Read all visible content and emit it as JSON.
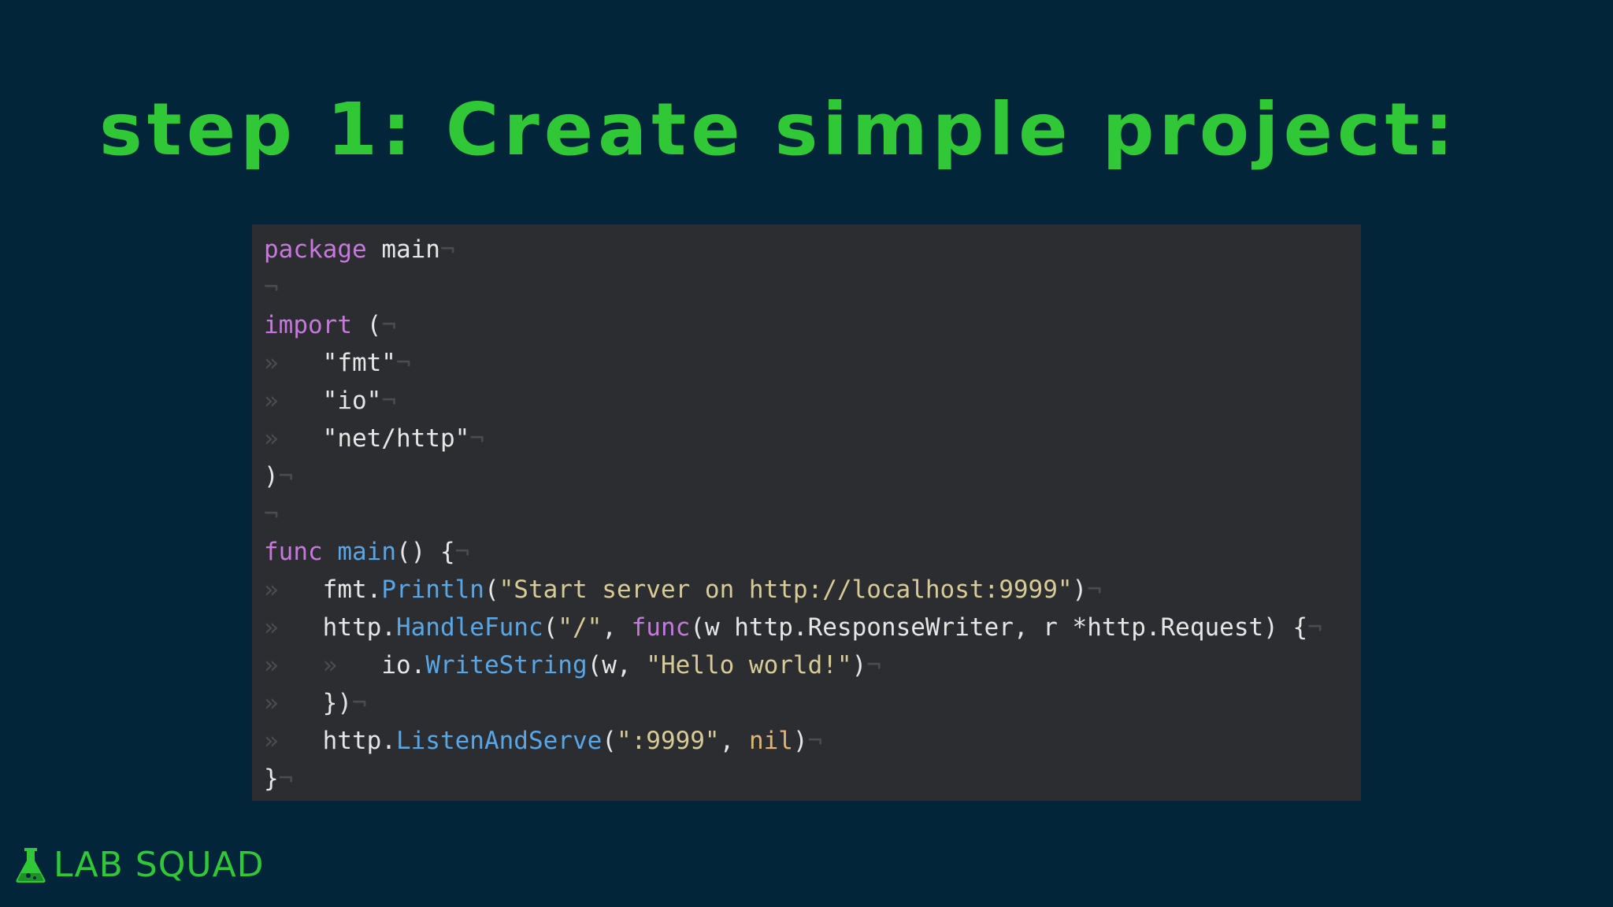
{
  "slide": {
    "title": "step 1: Create simple project:"
  },
  "code": {
    "lines": [
      [
        {
          "t": "package",
          "c": "kw"
        },
        {
          "t": " main",
          "c": "plain"
        },
        {
          "t": "¬",
          "c": "ws"
        }
      ],
      [
        {
          "t": "¬",
          "c": "ws"
        }
      ],
      [
        {
          "t": "import",
          "c": "kw"
        },
        {
          "t": " (",
          "c": "plain"
        },
        {
          "t": "¬",
          "c": "ws"
        }
      ],
      [
        {
          "t": "»   ",
          "c": "ws"
        },
        {
          "t": "\"fmt\"",
          "c": "plain"
        },
        {
          "t": "¬",
          "c": "ws"
        }
      ],
      [
        {
          "t": "»   ",
          "c": "ws"
        },
        {
          "t": "\"io\"",
          "c": "plain"
        },
        {
          "t": "¬",
          "c": "ws"
        }
      ],
      [
        {
          "t": "»   ",
          "c": "ws"
        },
        {
          "t": "\"net/http\"",
          "c": "plain"
        },
        {
          "t": "¬",
          "c": "ws"
        }
      ],
      [
        {
          "t": ")",
          "c": "plain"
        },
        {
          "t": "¬",
          "c": "ws"
        }
      ],
      [
        {
          "t": "¬",
          "c": "ws"
        }
      ],
      [
        {
          "t": "func",
          "c": "kw"
        },
        {
          "t": " ",
          "c": "plain"
        },
        {
          "t": "main",
          "c": "fn"
        },
        {
          "t": "() {",
          "c": "plain"
        },
        {
          "t": "¬",
          "c": "ws"
        }
      ],
      [
        {
          "t": "»   ",
          "c": "ws"
        },
        {
          "t": "fmt.",
          "c": "plain"
        },
        {
          "t": "Println",
          "c": "fn"
        },
        {
          "t": "(",
          "c": "plain"
        },
        {
          "t": "\"Start server on http://localhost:9999\"",
          "c": "str"
        },
        {
          "t": ")",
          "c": "plain"
        },
        {
          "t": "¬",
          "c": "ws"
        }
      ],
      [
        {
          "t": "»   ",
          "c": "ws"
        },
        {
          "t": "http.",
          "c": "plain"
        },
        {
          "t": "HandleFunc",
          "c": "fn"
        },
        {
          "t": "(",
          "c": "plain"
        },
        {
          "t": "\"/\"",
          "c": "str"
        },
        {
          "t": ", ",
          "c": "plain"
        },
        {
          "t": "func",
          "c": "kw"
        },
        {
          "t": "(w http.ResponseWriter, r *http.Request) {",
          "c": "plain"
        },
        {
          "t": "¬",
          "c": "ws"
        }
      ],
      [
        {
          "t": "»   ",
          "c": "ws"
        },
        {
          "t": "»   ",
          "c": "ws"
        },
        {
          "t": "io.",
          "c": "plain"
        },
        {
          "t": "WriteString",
          "c": "fn"
        },
        {
          "t": "(w, ",
          "c": "plain"
        },
        {
          "t": "\"Hello world!\"",
          "c": "str"
        },
        {
          "t": ")",
          "c": "plain"
        },
        {
          "t": "¬",
          "c": "ws"
        }
      ],
      [
        {
          "t": "»   ",
          "c": "ws"
        },
        {
          "t": "})",
          "c": "plain"
        },
        {
          "t": "¬",
          "c": "ws"
        }
      ],
      [
        {
          "t": "»   ",
          "c": "ws"
        },
        {
          "t": "http.",
          "c": "plain"
        },
        {
          "t": "ListenAndServe",
          "c": "fn"
        },
        {
          "t": "(",
          "c": "plain"
        },
        {
          "t": "\":9999\"",
          "c": "str"
        },
        {
          "t": ", ",
          "c": "plain"
        },
        {
          "t": "nil",
          "c": "nilc"
        },
        {
          "t": ")",
          "c": "plain"
        },
        {
          "t": "¬",
          "c": "ws"
        }
      ],
      [
        {
          "t": "}",
          "c": "plain"
        },
        {
          "t": "¬",
          "c": "ws"
        }
      ]
    ]
  },
  "brand": {
    "text": "LAB SQUAD",
    "icon": "flask-icon"
  },
  "colors": {
    "background": "#03253a",
    "accent": "#31c838",
    "code_background": "#2c2d30",
    "keyword": "#c678dd",
    "function": "#57a7e8",
    "string": "#d8cc96",
    "nil": "#e0b37a",
    "plain": "#e6e6e6",
    "whitespace_marker": "#4a4c52"
  }
}
